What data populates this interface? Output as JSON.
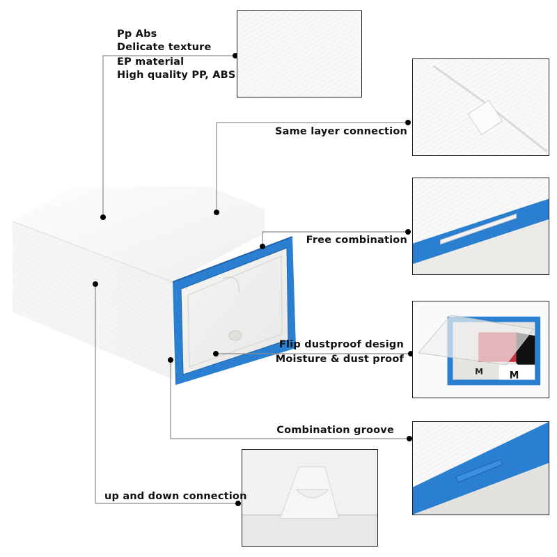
{
  "colors": {
    "frame_blue": "#2b7fd0",
    "frame_blue_dark": "#1f63ab",
    "box_white": "#f7f7f7",
    "leader_line": "#8a8a8a",
    "dot": "#000000",
    "text": "#111111"
  },
  "callouts": [
    {
      "id": "material",
      "lines": [
        "Pp  Abs",
        "Delicate texture",
        "EP material",
        "High quality PP, ABS"
      ],
      "detail": "textured-white-panel"
    },
    {
      "id": "same-layer",
      "lines": [
        "Same layer connection"
      ],
      "detail": "white-panel-with-slot-joint"
    },
    {
      "id": "free-combination",
      "lines": [
        "Free combination"
      ],
      "detail": "blue-frame-top-with-slot"
    },
    {
      "id": "flip-door",
      "lines": [
        "Flip dustproof design",
        "Moisture & dust proof"
      ],
      "detail": "open-flip-door-with-shoe-box"
    },
    {
      "id": "groove",
      "lines": [
        "Combination groove"
      ],
      "detail": "blue-frame-with-tab"
    },
    {
      "id": "up-down",
      "lines": [
        "up and down connection"
      ],
      "detail": "stacked-boxes-interlock-tab"
    }
  ],
  "detail_texts": {
    "shoe_box_letter_1": "M",
    "shoe_box_letter_2": "M"
  }
}
